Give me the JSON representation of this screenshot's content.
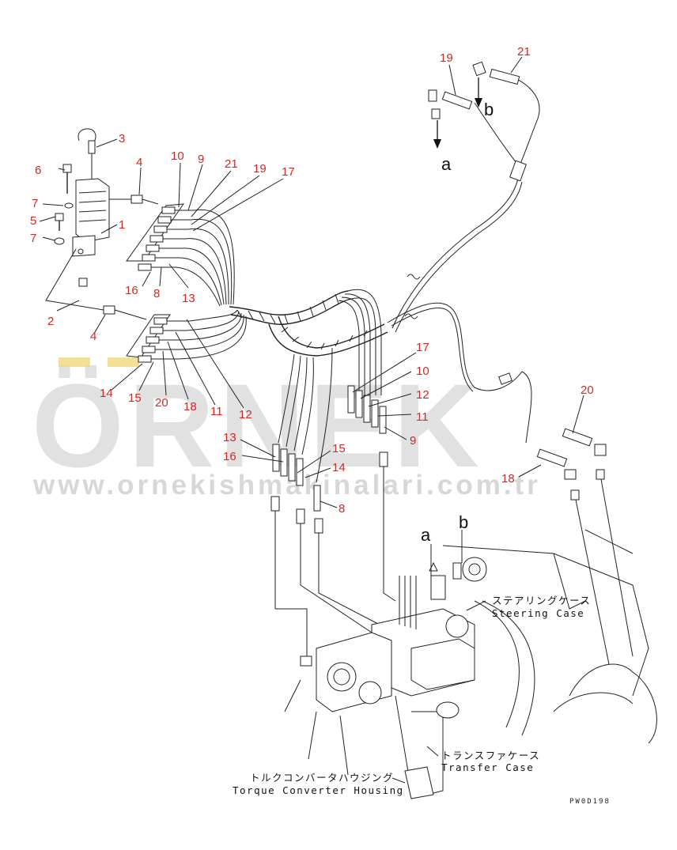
{
  "callouts": {
    "n1": "1",
    "n2": "2",
    "n3": "3",
    "n4a": "4",
    "n4b": "4",
    "n5": "5",
    "n6": "6",
    "n7a": "7",
    "n7b": "7",
    "n8a": "8",
    "n8b": "8",
    "n9a": "9",
    "n9b": "9",
    "n10a": "10",
    "n10b": "10",
    "n11a": "11",
    "n11b": "11",
    "n12a": "12",
    "n12b": "12",
    "n13a": "13",
    "n13b": "13",
    "n14a": "14",
    "n14b": "14",
    "n15a": "15",
    "n15b": "15",
    "n16a": "16",
    "n16b": "16",
    "n17a": "17",
    "n17b": "17",
    "n18a": "18",
    "n18b": "18",
    "n19a": "19",
    "n19b": "19",
    "n20a": "20",
    "n20b": "20",
    "n21a": "21",
    "n21b": "21"
  },
  "refs": {
    "a_top": "a",
    "b_top": "b",
    "a_bottom": "a",
    "b_bottom": "b"
  },
  "captions": {
    "steering_jp": "ステアリングケース",
    "steering_en": "Steering Case",
    "transfer_jp": "トランスファケース",
    "transfer_en": "Transfer Case",
    "torque_jp": "トルクコンバータハウジング",
    "torque_en": "Torque Converter Housing"
  },
  "drawing_code": "PW0D198",
  "watermark": {
    "brand": "ÖRNEK",
    "url": "www.ornekishmakinalari.com.tr"
  },
  "colors": {
    "callout": "#cc2a24",
    "line": "#222222",
    "watermark": "#c9c9c9",
    "accent_dots": "#f0d77a"
  }
}
